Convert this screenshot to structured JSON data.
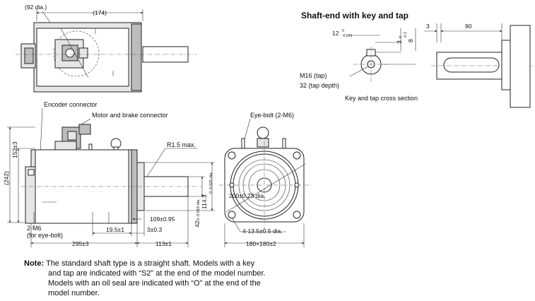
{
  "top_view": {
    "dia_label": "(92 dia.)",
    "width_label": "(174)"
  },
  "shaft_end": {
    "title": "Shaft-end with key and tap",
    "key_width": "12",
    "key_width_tol_top": "0",
    "key_width_tol_bottom": "-0.043",
    "key_depth": "3",
    "key_depth_tol_top": "0",
    "key_depth_tol_bottom": "-0.1",
    "key_height": "8",
    "shoulder": "3",
    "key_length": "90",
    "tap": "M16 (tap)",
    "tap_depth": "32 (tap depth)",
    "cross_section": "Key and tap cross section"
  },
  "side_view": {
    "encoder_connector": "Encoder connector",
    "motor_brake_connector": "Motor and brake connector",
    "radius": "R1.5 max.",
    "height_152": "152±3",
    "height_242": "(242)",
    "dim_109": "109±0.95",
    "dim_42": "42",
    "dim_42_tol": "0 -0.016 dia.",
    "dim_114": "114.3",
    "dim_114_tol": "0 -0.025 dia.",
    "eye_bolt_tap": "2-M6",
    "eye_bolt_tap_note": "(for eye-bolt)",
    "dim_19_5": "19.5±1",
    "dim_3": "3±0.3",
    "dim_295": "295±3",
    "dim_113": "113±1"
  },
  "front_view": {
    "eye_bolt": "Eye-bolt (2-M6)",
    "pcd": "200±0.23 dia.",
    "holes": "4-13.5±0.5 dia.",
    "flange": "180×180±2"
  },
  "note": {
    "label": "Note:",
    "line1": "The standard shaft type is a straight shaft. Models with a key",
    "line2": "and tap are indicated with “S2” at the end of the model number.",
    "line3": "Models with an oil seal are indicated with “O” at the end of the",
    "line4": "model number."
  }
}
